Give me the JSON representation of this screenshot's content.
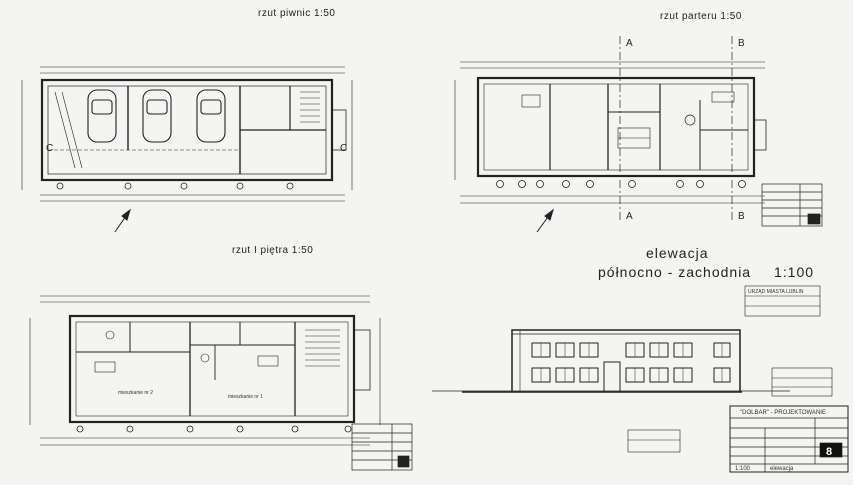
{
  "titles": {
    "basement": "rzut piwnic 1:50",
    "ground": "rzut parteru 1:50",
    "first": "rzut I piętra 1:50",
    "elev_line1": "elewacja",
    "elev_line2": "północno - zachodnia",
    "elev_scale": "1:100"
  },
  "section_marks": [
    "A",
    "B",
    "A",
    "B"
  ],
  "side_marks": [
    "C",
    "C"
  ],
  "stamp": {
    "company": "\"DOLBAR\" - PROJEKTOWANIE",
    "sheet_no": "8",
    "scale": "1:100",
    "sheet_title": "elewacja",
    "city_office": "URZĄD MIASTA LUBLIN",
    "room_label_1": "mieszkanie nr 2",
    "room_label_2": "mieszkanie nr 1"
  }
}
